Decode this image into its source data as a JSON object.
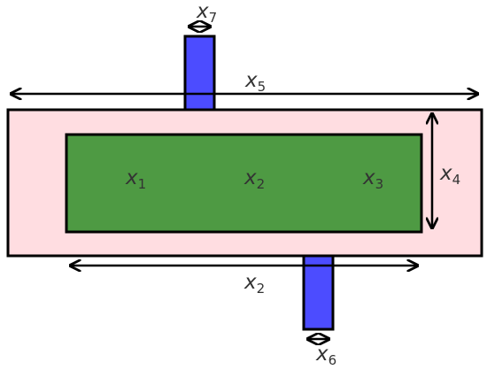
{
  "colors": {
    "outer_fill": "#ffdde1",
    "inner_fill": "#4e9a43",
    "tab_fill": "#4c4cff",
    "stroke": "#000000",
    "label": "#333333"
  },
  "labels": {
    "x1": {
      "base": "x",
      "sub": "1"
    },
    "x2_inner": {
      "base": "x",
      "sub": "2"
    },
    "x3": {
      "base": "x",
      "sub": "3"
    },
    "x4": {
      "base": "x",
      "sub": "4"
    },
    "x5": {
      "base": "x",
      "sub": "5"
    },
    "x2_bottom": {
      "base": "x",
      "sub": "2"
    },
    "x6": {
      "base": "x",
      "sub": "6"
    },
    "x7": {
      "base": "x",
      "sub": "7"
    }
  }
}
